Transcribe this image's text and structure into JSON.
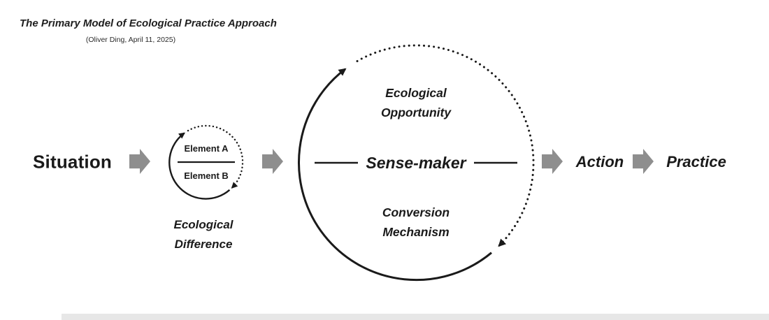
{
  "header": {
    "title": "The Primary Model of Ecological Practice Approach",
    "subtitle": "(Oliver Ding, April 11, 2025)"
  },
  "flow": {
    "situation": "Situation",
    "action": "Action",
    "practice": "Practice"
  },
  "difference_circle": {
    "element_a": "Element A",
    "element_b": "Element B",
    "caption_line1": "Ecological",
    "caption_line2": "Difference"
  },
  "sense_circle": {
    "top_line1": "Ecological",
    "top_line2": "Opportunity",
    "center": "Sense-maker",
    "bottom_line1": "Conversion",
    "bottom_line2": "Mechanism"
  },
  "colors": {
    "arrow_gray": "#8e8e8e",
    "ink": "#1a1a1a",
    "footer_bar": "#e7e7e7"
  }
}
